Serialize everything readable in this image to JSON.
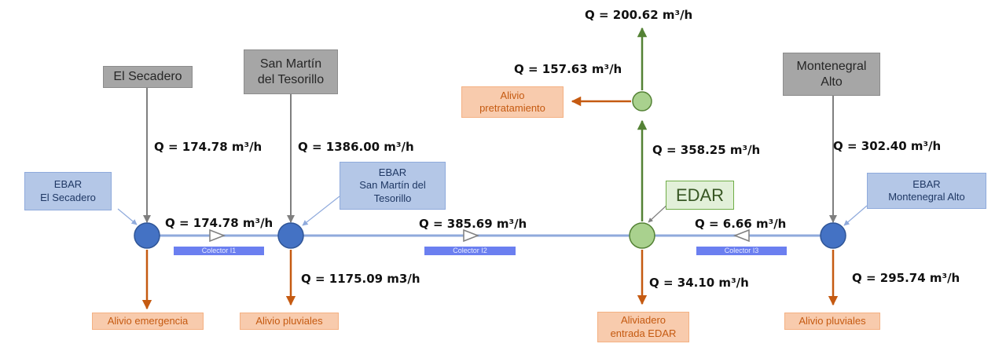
{
  "colors": {
    "node_blue": "#4472c4",
    "node_green": "#a9d18e",
    "pipe_blue": "#8faadc",
    "source_gray": "#a6a6a6",
    "relief_orange": "#c55a11",
    "treated_green": "#548235",
    "inflow_gray": "#7f7f7f"
  },
  "sources": {
    "el_secadero": "El Secadero",
    "san_martin": "San Martín\ndel Tesorillo",
    "montenegral": "Montenegral\nAlto"
  },
  "stations": {
    "ebar_el_secadero": "EBAR\nEl Secadero",
    "ebar_san_martin": "EBAR\nSan Martín del\nTesorillo",
    "ebar_montenegral": "EBAR\nMontenegral Alto",
    "edar": "EDAR"
  },
  "collectors": {
    "c1": "Colector I1",
    "c2": "Colector I2",
    "c3": "Colector I3"
  },
  "reliefs": {
    "emergencia": "Alivio emergencia",
    "pluviales_sm": "Alivio pluviales",
    "entrada_edar": "Aliviadero\nentrada EDAR",
    "pluviales_mont": "Alivio pluviales",
    "pretratamiento": "Alivio\npretratamiento"
  },
  "flows": {
    "inflow_el_secadero": "Q = 174.78 m³/h",
    "inflow_san_martin": "Q = 1386.00 m³/h",
    "inflow_montenegral": "Q = 302.40 m³/h",
    "collector_i1": "Q = 174.78 m³/h",
    "collector_i2": "Q = 385.69 m³/h",
    "collector_i3": "Q = 6.66 m³/h",
    "relief_san_martin": "Q = 1175.09 m3/h",
    "relief_edar": "Q = 34.10 m³/h",
    "relief_montenegral": "Q = 295.74 m³/h",
    "to_treatment": "Q = 358.25 m³/h",
    "pretreatment_relief": "Q = 157.63 m³/h",
    "treated_out": "Q = 200.62 m³/h"
  }
}
